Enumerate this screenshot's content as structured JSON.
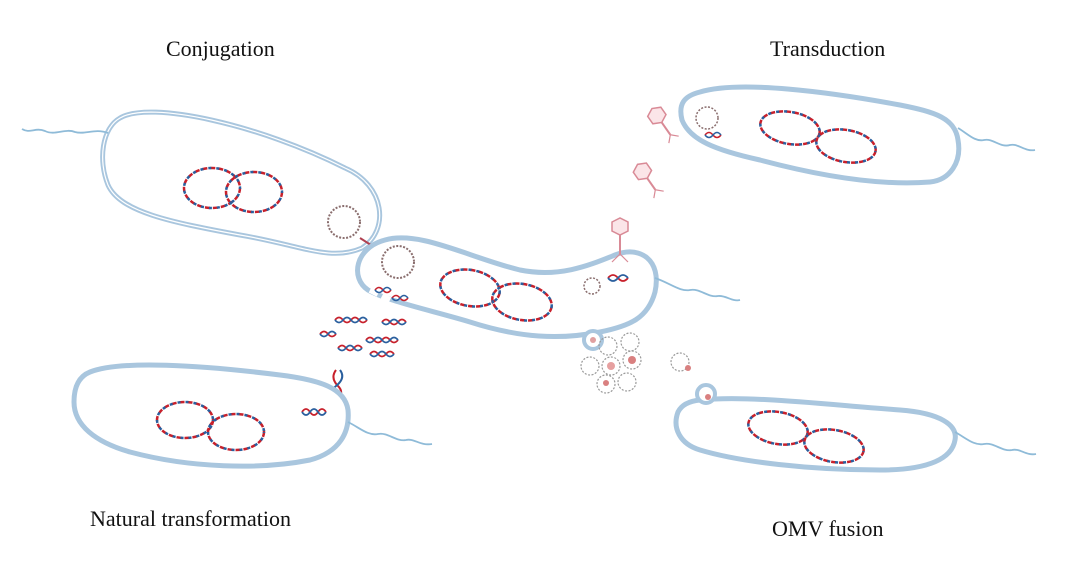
{
  "labels": {
    "conjugation": "Conjugation",
    "transduction": "Transduction",
    "natural_transformation": "Natural transformation",
    "omv_fusion": "OMV fusion"
  },
  "colors": {
    "membrane": "#a9c6de",
    "membrane_inner": "#ffffff",
    "flagellum": "#8fbbd8",
    "dna_red": "#c8202b",
    "dna_blue": "#2a5f9e",
    "phage": "#d98a96",
    "vesicle": "#9a9a9a"
  },
  "icons": [
    "bacterium-icon",
    "chromosome-icon",
    "plasmid-icon",
    "phage-icon",
    "dna-fragment-icon",
    "vesicle-icon",
    "flagellum-icon"
  ]
}
